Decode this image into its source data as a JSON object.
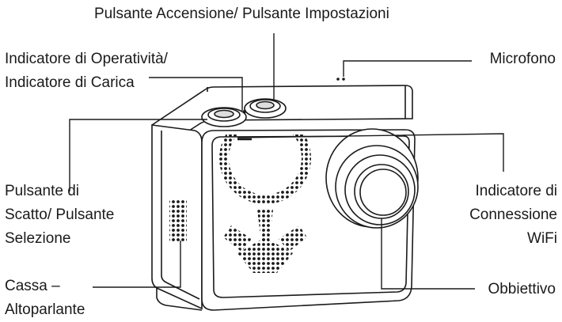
{
  "labels": {
    "power_settings": [
      "Pulsante Accensione/ Pulsante Impostazioni"
    ],
    "status_charge": [
      "Indicatore di Operatività/",
      "Indicatore di Carica"
    ],
    "microphone": [
      "Microfono"
    ],
    "shutter_select": [
      "Pulsante di",
      "Scatto/ Pulsante",
      "Selezione"
    ],
    "wifi_indicator": [
      "Indicatore di",
      "Connessione",
      "WiFi"
    ],
    "speaker": [
      "Cassa –",
      "Altoparlante"
    ],
    "lens": [
      "Obbiettivo"
    ]
  }
}
